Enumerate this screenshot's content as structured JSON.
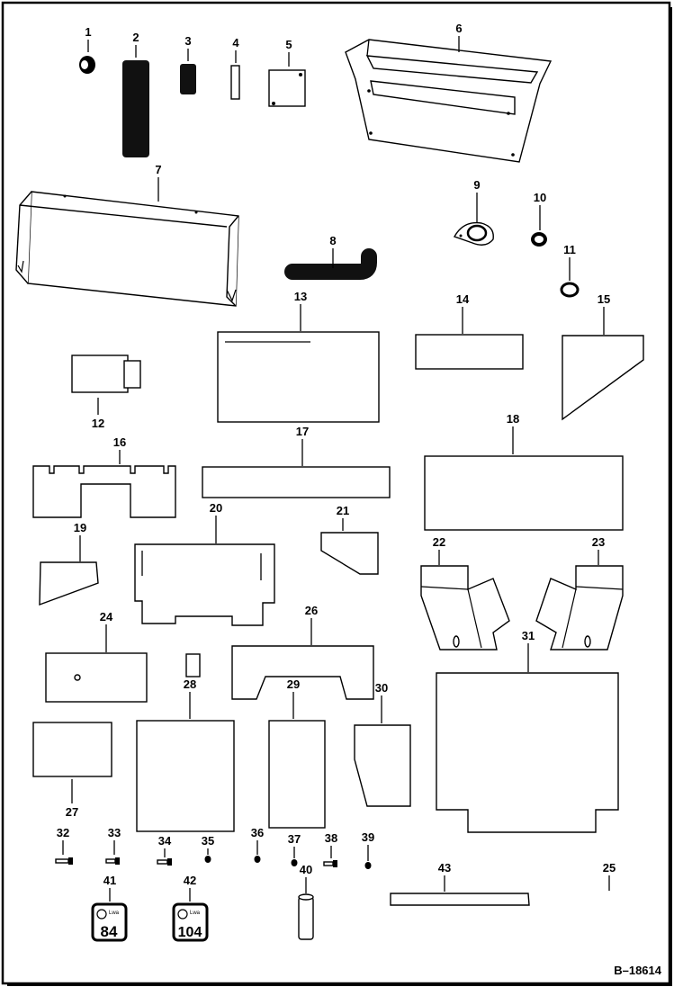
{
  "diagram": {
    "reference": "B–18614",
    "parts": [
      {
        "id": "p1",
        "number": "1",
        "shape": "cap"
      },
      {
        "id": "p2",
        "number": "2",
        "shape": "foam-strip-long"
      },
      {
        "id": "p3",
        "number": "3",
        "shape": "foam-strip-short"
      },
      {
        "id": "p4",
        "number": "4",
        "shape": "spacer"
      },
      {
        "id": "p5",
        "number": "5",
        "shape": "plate"
      },
      {
        "id": "p6",
        "number": "6",
        "shape": "shroud"
      },
      {
        "id": "p7",
        "number": "7",
        "shape": "panel"
      },
      {
        "id": "p8",
        "number": "8",
        "shape": "hose-elbow"
      },
      {
        "id": "p9",
        "number": "9",
        "shape": "flange"
      },
      {
        "id": "p10",
        "number": "10",
        "shape": "grommet"
      },
      {
        "id": "p11",
        "number": "11",
        "shape": "ring"
      },
      {
        "id": "p12",
        "number": "12",
        "shape": "foam-block"
      },
      {
        "id": "p13",
        "number": "13",
        "shape": "foam-pad"
      },
      {
        "id": "p14",
        "number": "14",
        "shape": "foam-pad"
      },
      {
        "id": "p15",
        "number": "15",
        "shape": "foam-pad"
      },
      {
        "id": "p16",
        "number": "16",
        "shape": "foam-pad"
      },
      {
        "id": "p17",
        "number": "17",
        "shape": "foam-pad"
      },
      {
        "id": "p18",
        "number": "18",
        "shape": "foam-pad"
      },
      {
        "id": "p19",
        "number": "19",
        "shape": "foam-pad"
      },
      {
        "id": "p20",
        "number": "20",
        "shape": "foam-pad"
      },
      {
        "id": "p21",
        "number": "21",
        "shape": "foam-pad"
      },
      {
        "id": "p22",
        "number": "22",
        "shape": "foam-pad"
      },
      {
        "id": "p23",
        "number": "23",
        "shape": "foam-pad"
      },
      {
        "id": "p24",
        "number": "24",
        "shape": "foam-pad"
      },
      {
        "id": "p25",
        "number": "25",
        "shape": "none"
      },
      {
        "id": "p26",
        "number": "26",
        "shape": "foam-pad"
      },
      {
        "id": "p27",
        "number": "27",
        "shape": "foam-pad"
      },
      {
        "id": "p28",
        "number": "28",
        "shape": "foam-pad"
      },
      {
        "id": "p29",
        "number": "29",
        "shape": "foam-pad"
      },
      {
        "id": "p30",
        "number": "30",
        "shape": "foam-pad"
      },
      {
        "id": "p31",
        "number": "31",
        "shape": "foam-pad"
      },
      {
        "id": "p32",
        "number": "32",
        "shape": "bolt"
      },
      {
        "id": "p33",
        "number": "33",
        "shape": "bolt"
      },
      {
        "id": "p34",
        "number": "34",
        "shape": "bolt"
      },
      {
        "id": "p35",
        "number": "35",
        "shape": "nut"
      },
      {
        "id": "p36",
        "number": "36",
        "shape": "nut"
      },
      {
        "id": "p37",
        "number": "37",
        "shape": "nut"
      },
      {
        "id": "p38",
        "number": "38",
        "shape": "bolt"
      },
      {
        "id": "p39",
        "number": "39",
        "shape": "nut"
      },
      {
        "id": "p40",
        "number": "40",
        "shape": "pin"
      },
      {
        "id": "p41",
        "number": "41",
        "shape": "decal"
      },
      {
        "id": "p42",
        "number": "42",
        "shape": "decal"
      },
      {
        "id": "p43",
        "number": "43",
        "shape": "strip"
      }
    ],
    "decals": {
      "d41": {
        "value": "84",
        "unit": "Lwa"
      },
      "d42": {
        "value": "104",
        "unit": "Lwa"
      }
    }
  }
}
